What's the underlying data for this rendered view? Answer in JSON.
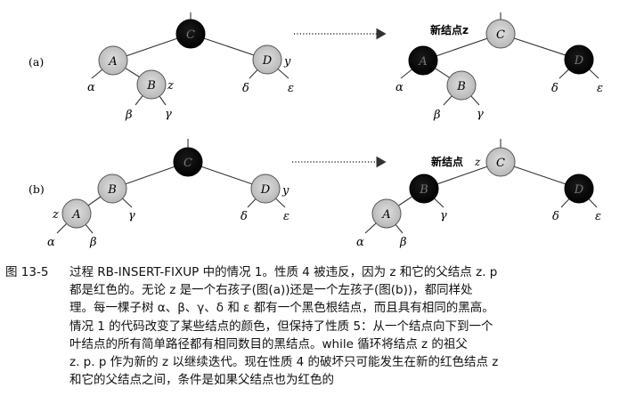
{
  "diagrams": {
    "a": {
      "label": "(a)",
      "before": {
        "nodes": {
          "C": "C",
          "A": "A",
          "D": "D",
          "B": "B"
        },
        "tags": {
          "d": "y",
          "b": "z"
        },
        "leaves": [
          "α",
          "β",
          "γ",
          "δ",
          "ε"
        ]
      },
      "after": {
        "new_label": "新结点z",
        "nodes": {
          "C": "C",
          "A": "A",
          "D": "D",
          "B": "B"
        },
        "leaves": [
          "α",
          "β",
          "γ",
          "δ",
          "ε"
        ]
      }
    },
    "b": {
      "label": "(b)",
      "before": {
        "nodes": {
          "C": "C",
          "B": "B",
          "D": "D",
          "A": "A"
        },
        "tags": {
          "a": "z",
          "d": "y"
        },
        "leaves": [
          "α",
          "β",
          "γ",
          "δ",
          "ε"
        ]
      },
      "after": {
        "new_label": "新结点",
        "new_tag": "z",
        "nodes": {
          "C": "C",
          "B": "B",
          "D": "D",
          "A": "A"
        },
        "leaves": [
          "α",
          "β",
          "γ",
          "δ",
          "ε"
        ]
      }
    }
  },
  "colors": {
    "black_node": "#000000",
    "red_node": "#c8c8c8",
    "arrow": "#333333"
  },
  "caption": {
    "number": "图 13-5",
    "lines": [
      "过程 RB-INSERT-FIXUP 中的情况 1。性质 4 被违反，因为 z 和它的父结点 z. p",
      "都是红色的。无论 z 是一个右孩子(图(a))还是一个左孩子(图(b))，都同样处",
      "理。每一棵子树 α、β、γ、δ 和 ε 都有一个黑色根结点，而且具有相同的黑高。",
      "情况 1 的代码改变了某些结点的颜色，但保持了性质 5：从一个结点向下到一个",
      "叶结点的所有简单路径都有相同数目的黑结点。while 循环将结点 z 的祖父",
      "z. p. p 作为新的 z 以继续迭代。现在性质 4 的破坏只可能发生在新的红色结点 z",
      "和它的父结点之间，条件是如果父结点也为红色的"
    ]
  }
}
